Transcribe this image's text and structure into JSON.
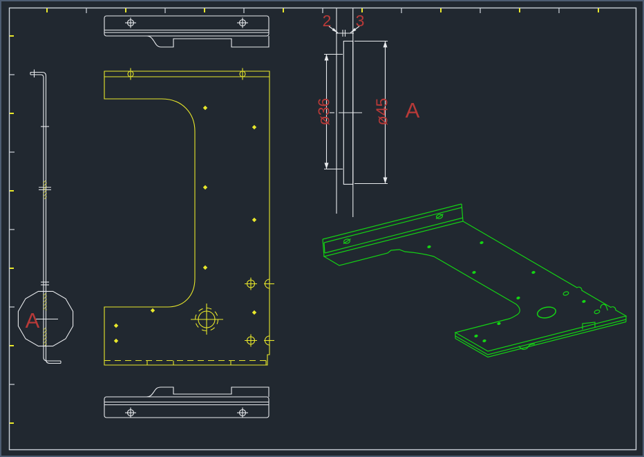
{
  "labels": {
    "section_gap_left": "2",
    "section_gap_right": "3",
    "dia_inner": "ø36",
    "dia_outer": "ø45",
    "section_name": "A",
    "detail_name": "A"
  },
  "colors": {
    "background": "#212830",
    "frame": "#ccd2d9",
    "tick_yellow": "#e9e82b",
    "tick_gray": "#b9bec6",
    "line_white": "#e9ebee",
    "line_yellow": "#e9e82b",
    "line_green": "#14d314",
    "dim_red": "#b83a38",
    "window_border": "#4d5c72"
  }
}
